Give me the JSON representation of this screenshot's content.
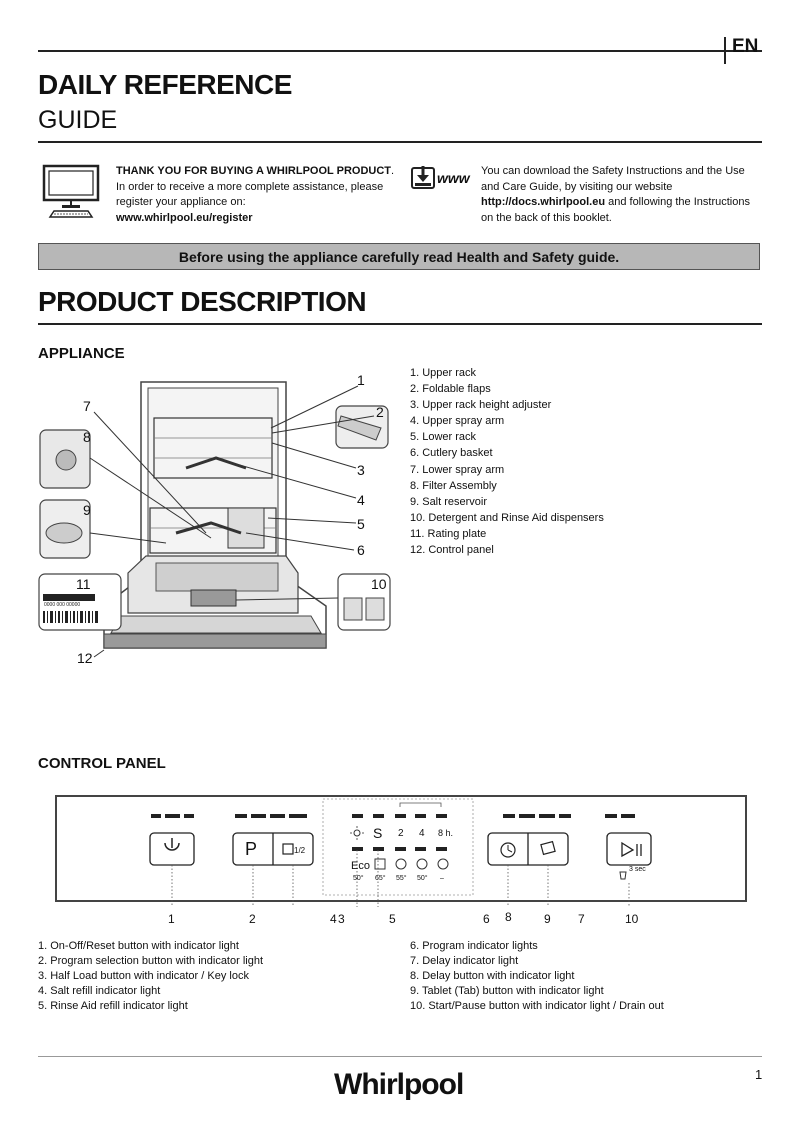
{
  "header": {
    "lang": "EN",
    "title_line1": "DAILY REFERENCE",
    "title_line2": "GUIDE"
  },
  "intro": {
    "left_bold": "THANK YOU FOR BUYING A WHIRLPOOL PRODUCT",
    "left_period": ".",
    "left_text": "In order to receive a more complete assistance, please register your appliance on:",
    "left_url": "www.whirlpool.eu/register",
    "www_label": "www",
    "right_text1": "You can download the Safety Instructions and the Use and Care Guide, by visiting our website",
    "right_url": "http://docs.whirlpool.eu",
    "right_text2": " and following the Instructions on the back of this booklet."
  },
  "banner": "Before using the appliance carefully read Health and Safety guide.",
  "product_description": "PRODUCT DESCRIPTION",
  "appliance": {
    "heading": "APPLIANCE",
    "items": [
      "1. Upper rack",
      "2. Foldable flaps",
      "3. Upper rack height adjuster",
      "4. Upper spray arm",
      "5. Lower rack",
      "6. Cutlery basket",
      "7. Lower spray arm",
      "8. Filter Assembly",
      "9. Salt reservoir",
      "10. Detergent and Rinse Aid dispensers",
      "11. Rating plate",
      "12. Control panel"
    ],
    "callouts": [
      "1",
      "2",
      "3",
      "4",
      "5",
      "6",
      "7",
      "8",
      "9",
      "10",
      "11",
      "12"
    ],
    "rating_plate_text": "0000 000 00000"
  },
  "control_panel": {
    "heading": "CONTROL PANEL",
    "button_p": "P",
    "half_load": "1/2",
    "indicator_labels_top": [
      "S",
      "2",
      "4",
      "8 h."
    ],
    "program_temps": [
      "50°",
      "65°",
      "55°",
      "50°",
      "–"
    ],
    "eco": "Eco",
    "drain_label": "3 sec",
    "numbers": [
      "1",
      "2",
      "4",
      "3",
      "5",
      "6",
      "8",
      "9",
      "7",
      "10"
    ],
    "items_left": [
      "1. On-Off/Reset button with indicator light",
      "2. Program selection button with indicator light",
      "3. Half Load button with indicator / Key lock",
      "4. Salt refill indicator light",
      "5. Rinse Aid refill indicator light"
    ],
    "items_right": [
      "6. Program indicator lights",
      "7. Delay indicator light",
      "8. Delay button with indicator light",
      "9. Tablet (Tab) button with indicator light",
      "10. Start/Pause button with indicator light / Drain out"
    ]
  },
  "footer": {
    "brand": "Whirlpool",
    "page": "1"
  }
}
